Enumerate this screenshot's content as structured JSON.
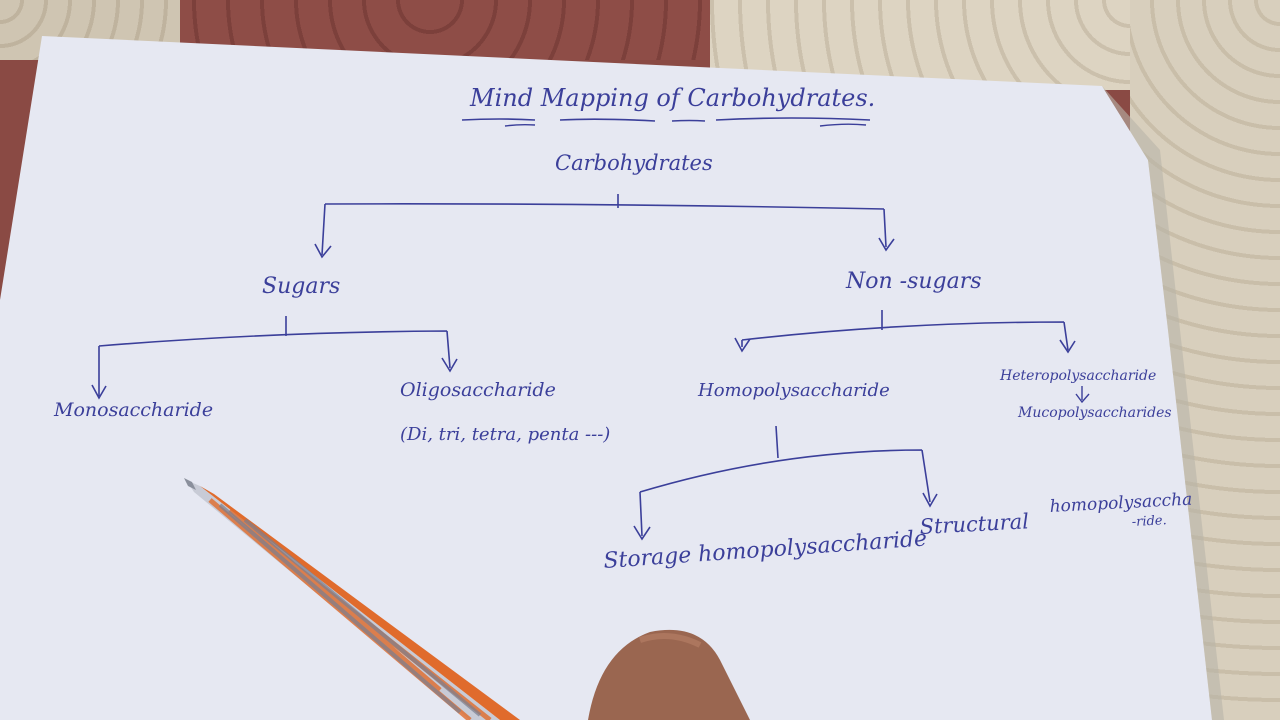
{
  "title": "Mind Mapping of Carbohydrates.",
  "root": "Carbohydrates",
  "branches": {
    "sugars": "Sugars",
    "non_sugars": "Non -sugars",
    "monosaccharide": "Monosaccharide",
    "oligosaccharide": "Oligosaccharide",
    "oligo_note": "(Di, tri, tetra, penta ---)",
    "homopolysaccharide": "Homopolysaccharide",
    "heteropolysaccharide": "Heteropolysaccharide",
    "mucopolysaccharides": "Mucopolysaccharides",
    "storage": "Storage homopolysaccharide",
    "structural": "Structural",
    "structural_rest": "homopolysaccha",
    "structural_rest2": "-ride."
  },
  "colors": {
    "ink": "#3b3f9a",
    "paper": "#e7e9f3",
    "floor_dark": "#8a4a44",
    "floor_light": "#d8cfbd"
  }
}
